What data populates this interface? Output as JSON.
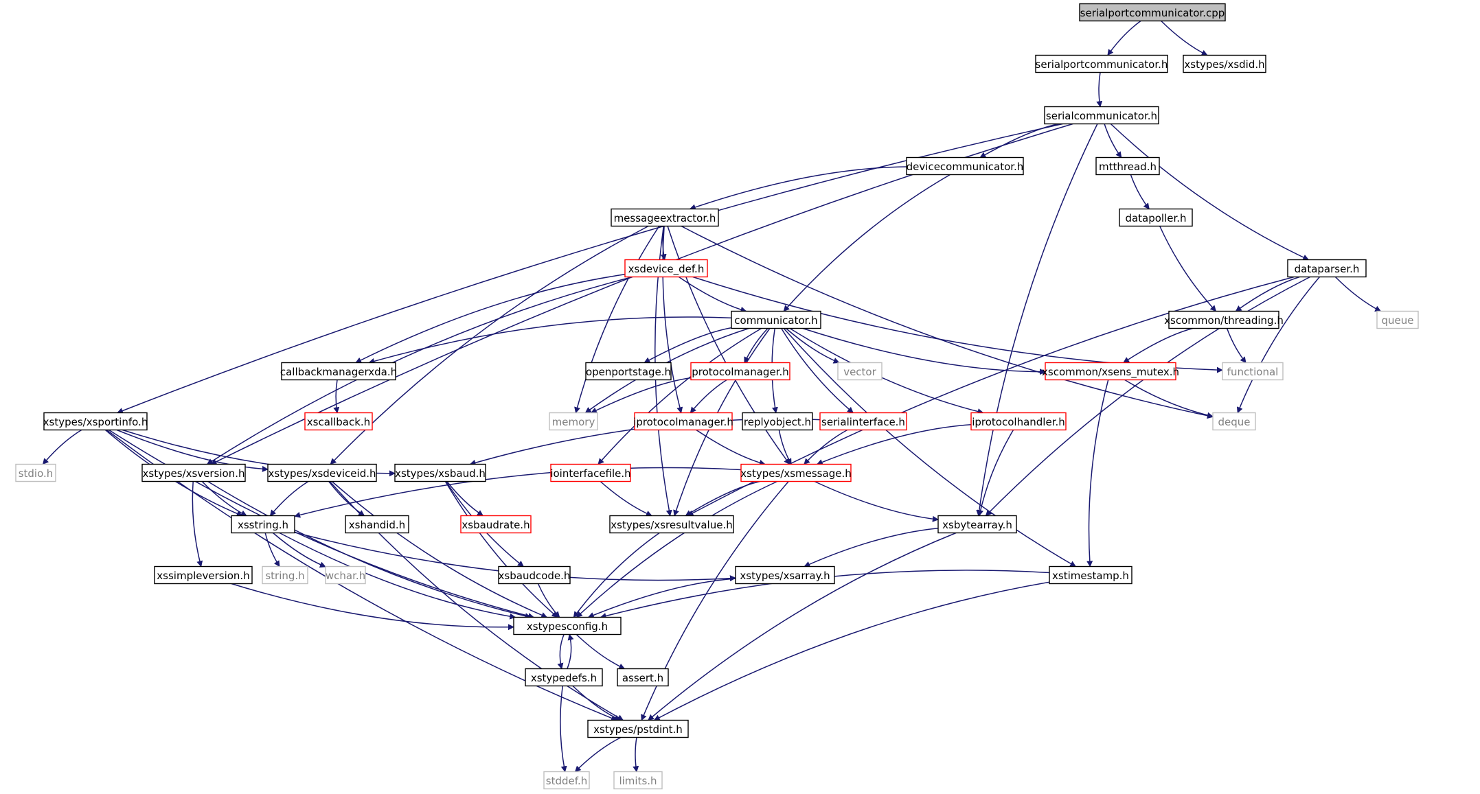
{
  "colors": {
    "edge": "#191970",
    "root_fill": "#bfbfbf",
    "root_stroke": "#000000",
    "normal_stroke": "#000000",
    "red_stroke": "#ff0000",
    "gray_stroke": "#bfbfbf",
    "gray_text": "#808080",
    "text": "#000000"
  },
  "nodes": [
    {
      "id": "spc_cpp",
      "label": "serialportcommunicator.cpp",
      "style": "root"
    },
    {
      "id": "spc_h",
      "label": "serialportcommunicator.h",
      "style": "normal"
    },
    {
      "id": "xsdid",
      "label": "xstypes/xsdid.h",
      "style": "normal"
    },
    {
      "id": "sc_h",
      "label": "serialcommunicator.h",
      "style": "normal"
    },
    {
      "id": "devcomm",
      "label": "devicecommunicator.h",
      "style": "normal"
    },
    {
      "id": "mtthread",
      "label": "mtthread.h",
      "style": "normal"
    },
    {
      "id": "msgext",
      "label": "messageextractor.h",
      "style": "normal"
    },
    {
      "id": "datapoller",
      "label": "datapoller.h",
      "style": "normal"
    },
    {
      "id": "dataparser",
      "label": "dataparser.h",
      "style": "normal"
    },
    {
      "id": "xsdevdef",
      "label": "xsdevice_def.h",
      "style": "red"
    },
    {
      "id": "threading",
      "label": "xscommon/threading.h",
      "style": "normal"
    },
    {
      "id": "queue",
      "label": "queue",
      "style": "gray"
    },
    {
      "id": "comm",
      "label": "communicator.h",
      "style": "normal"
    },
    {
      "id": "cbmgr",
      "label": "callbackmanagerxda.h",
      "style": "normal"
    },
    {
      "id": "openport",
      "label": "openportstage.h",
      "style": "normal"
    },
    {
      "id": "protomgr",
      "label": "protocolmanager.h",
      "style": "red"
    },
    {
      "id": "vector",
      "label": "vector",
      "style": "gray"
    },
    {
      "id": "mutex",
      "label": "xscommon/xsens_mutex.h",
      "style": "red"
    },
    {
      "id": "functional",
      "label": "functional",
      "style": "gray"
    },
    {
      "id": "xscallback",
      "label": "xscallback.h",
      "style": "red"
    },
    {
      "id": "memory",
      "label": "memory",
      "style": "gray"
    },
    {
      "id": "iprotomgr",
      "label": "iprotocolmanager.h",
      "style": "red"
    },
    {
      "id": "replyobj",
      "label": "replyobject.h",
      "style": "normal"
    },
    {
      "id": "serialif",
      "label": "serialinterface.h",
      "style": "red"
    },
    {
      "id": "iprotohandler",
      "label": "iprotocolhandler.h",
      "style": "red"
    },
    {
      "id": "deque",
      "label": "deque",
      "style": "gray"
    },
    {
      "id": "portinfo",
      "label": "xstypes/xsportinfo.h",
      "style": "normal"
    },
    {
      "id": "stdio",
      "label": "stdio.h",
      "style": "gray"
    },
    {
      "id": "xsversion",
      "label": "xstypes/xsversion.h",
      "style": "normal"
    },
    {
      "id": "deviceid",
      "label": "xstypes/xsdeviceid.h",
      "style": "normal"
    },
    {
      "id": "xsbaud",
      "label": "xstypes/xsbaud.h",
      "style": "normal"
    },
    {
      "id": "ioiffile",
      "label": "iointerfacefile.h",
      "style": "red"
    },
    {
      "id": "xsmessage",
      "label": "xstypes/xsmessage.h",
      "style": "red"
    },
    {
      "id": "xsstring",
      "label": "xsstring.h",
      "style": "normal"
    },
    {
      "id": "xshandid",
      "label": "xshandid.h",
      "style": "normal"
    },
    {
      "id": "xsbaudrate",
      "label": "xsbaudrate.h",
      "style": "red"
    },
    {
      "id": "resultval",
      "label": "xstypes/xsresultvalue.h",
      "style": "normal"
    },
    {
      "id": "bytearray",
      "label": "xsbytearray.h",
      "style": "normal"
    },
    {
      "id": "stringh",
      "label": "string.h",
      "style": "gray"
    },
    {
      "id": "wchar",
      "label": "wchar.h",
      "style": "gray"
    },
    {
      "id": "simplever",
      "label": "xssimpleversion.h",
      "style": "normal"
    },
    {
      "id": "baudcode",
      "label": "xsbaudcode.h",
      "style": "normal"
    },
    {
      "id": "xsarray",
      "label": "xstypes/xsarray.h",
      "style": "normal"
    },
    {
      "id": "timestamp",
      "label": "xstimestamp.h",
      "style": "normal"
    },
    {
      "id": "typesconfig",
      "label": "xstypesconfig.h",
      "style": "normal"
    },
    {
      "id": "typedefs",
      "label": "xstypedefs.h",
      "style": "normal"
    },
    {
      "id": "assert",
      "label": "assert.h",
      "style": "normal"
    },
    {
      "id": "pstdint",
      "label": "xstypes/pstdint.h",
      "style": "normal"
    },
    {
      "id": "stddef",
      "label": "stddef.h",
      "style": "gray"
    },
    {
      "id": "limits",
      "label": "limits.h",
      "style": "gray"
    }
  ],
  "edges": [
    [
      "spc_cpp",
      "spc_h"
    ],
    [
      "spc_cpp",
      "xsdid"
    ],
    [
      "spc_h",
      "sc_h"
    ],
    [
      "sc_h",
      "devcomm"
    ],
    [
      "sc_h",
      "mtthread"
    ],
    [
      "sc_h",
      "dataparser"
    ],
    [
      "sc_h",
      "portinfo"
    ],
    [
      "sc_h",
      "xsversion"
    ],
    [
      "sc_h",
      "bytearray"
    ],
    [
      "devcomm",
      "msgext"
    ],
    [
      "devcomm",
      "comm"
    ],
    [
      "mtthread",
      "datapoller"
    ],
    [
      "datapoller",
      "threading"
    ],
    [
      "msgext",
      "xsdevdef"
    ],
    [
      "msgext",
      "iprotomgr"
    ],
    [
      "msgext",
      "memory"
    ],
    [
      "msgext",
      "xsmessage"
    ],
    [
      "msgext",
      "deque"
    ],
    [
      "msgext",
      "resultval"
    ],
    [
      "msgext",
      "deviceid"
    ],
    [
      "dataparser",
      "threading"
    ],
    [
      "dataparser",
      "queue"
    ],
    [
      "dataparser",
      "deque"
    ],
    [
      "dataparser",
      "bytearray"
    ],
    [
      "dataparser",
      "resultval"
    ],
    [
      "xsdevdef",
      "comm"
    ],
    [
      "xsdevdef",
      "cbmgr"
    ],
    [
      "xsdevdef",
      "functional"
    ],
    [
      "xsdevdef",
      "xsversion"
    ],
    [
      "threading",
      "mutex"
    ],
    [
      "threading",
      "functional"
    ],
    [
      "comm",
      "cbmgr"
    ],
    [
      "comm",
      "openport"
    ],
    [
      "comm",
      "protomgr"
    ],
    [
      "comm",
      "vector"
    ],
    [
      "comm",
      "mutex"
    ],
    [
      "comm",
      "memory"
    ],
    [
      "comm",
      "replyobj"
    ],
    [
      "comm",
      "serialif"
    ],
    [
      "comm",
      "iprotohandler"
    ],
    [
      "comm",
      "timestamp"
    ],
    [
      "comm",
      "ioiffile"
    ],
    [
      "comm",
      "resultval"
    ],
    [
      "cbmgr",
      "xscallback"
    ],
    [
      "protomgr",
      "memory"
    ],
    [
      "protomgr",
      "iprotomgr"
    ],
    [
      "mutex",
      "deque"
    ],
    [
      "mutex",
      "timestamp"
    ],
    [
      "iprotomgr",
      "xsmessage"
    ],
    [
      "replyobj",
      "xsmessage"
    ],
    [
      "serialif",
      "xsmessage"
    ],
    [
      "serialif",
      "xsbaud"
    ],
    [
      "iprotohandler",
      "xsmessage"
    ],
    [
      "iprotohandler",
      "bytearray"
    ],
    [
      "portinfo",
      "stdio"
    ],
    [
      "portinfo",
      "deviceid"
    ],
    [
      "portinfo",
      "xsbaud"
    ],
    [
      "portinfo",
      "xsstring"
    ],
    [
      "portinfo",
      "typesconfig"
    ],
    [
      "portinfo",
      "pstdint"
    ],
    [
      "xsversion",
      "xsstring"
    ],
    [
      "xsversion",
      "simplever"
    ],
    [
      "xsversion",
      "typesconfig"
    ],
    [
      "deviceid",
      "xsstring"
    ],
    [
      "deviceid",
      "xshandid"
    ],
    [
      "deviceid",
      "typesconfig"
    ],
    [
      "deviceid",
      "pstdint"
    ],
    [
      "xsbaud",
      "xsbaudrate"
    ],
    [
      "xsbaud",
      "baudcode"
    ],
    [
      "xsbaud",
      "typesconfig"
    ],
    [
      "ioiffile",
      "resultval"
    ],
    [
      "xsmessage",
      "xsstring"
    ],
    [
      "xsmessage",
      "resultval"
    ],
    [
      "xsmessage",
      "bytearray"
    ],
    [
      "xsmessage",
      "typesconfig"
    ],
    [
      "xsmessage",
      "pstdint"
    ],
    [
      "xsstring",
      "stringh"
    ],
    [
      "xsstring",
      "wchar"
    ],
    [
      "xsstring",
      "xsarray"
    ],
    [
      "xsstring",
      "typesconfig"
    ],
    [
      "resultval",
      "typesconfig"
    ],
    [
      "bytearray",
      "xsarray"
    ],
    [
      "bytearray",
      "pstdint"
    ],
    [
      "simplever",
      "typesconfig"
    ],
    [
      "baudcode",
      "typesconfig"
    ],
    [
      "xsarray",
      "typesconfig"
    ],
    [
      "timestamp",
      "typesconfig"
    ],
    [
      "timestamp",
      "pstdint"
    ],
    [
      "typesconfig",
      "typedefs"
    ],
    [
      "typesconfig",
      "assert"
    ],
    [
      "typedefs",
      "typesconfig"
    ],
    [
      "typedefs",
      "pstdint"
    ],
    [
      "typedefs",
      "stddef"
    ],
    [
      "pstdint",
      "stddef"
    ],
    [
      "pstdint",
      "limits"
    ]
  ]
}
